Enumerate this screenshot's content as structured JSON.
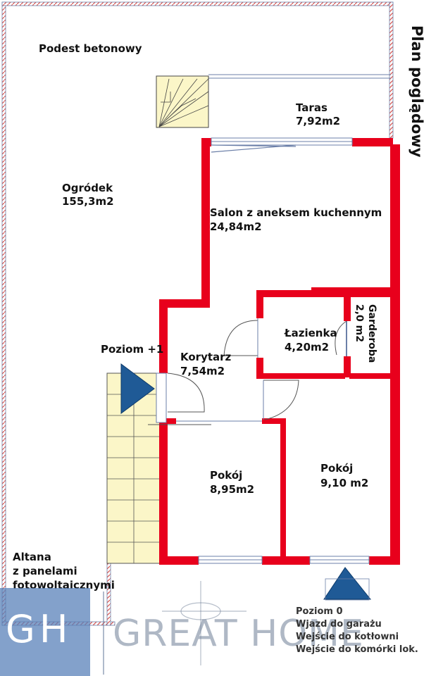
{
  "title": "Plan poglądowy",
  "rooms": {
    "podest": "Podest betonowy",
    "taras_name": "Taras",
    "taras_area": "7,92m2",
    "ogrodek_name": "Ogródek",
    "ogrodek_area": "155,3m2",
    "salon_name": "Salon z aneksem kuchennym",
    "salon_area": "24,84m2",
    "lazienka_name": "Łazienka",
    "lazienka_area": "4,20m2",
    "garderoba_name": "Garderoba",
    "garderoba_area": "2,0 m2",
    "korytarz_name": "Korytarz",
    "korytarz_area": "7,54m2",
    "pokoj1_name": "Pokój",
    "pokoj1_area": "8,95m2",
    "pokoj2_name": "Pokój",
    "pokoj2_area": "9,10 m2",
    "altana_line1": "Altana",
    "altana_line2": "z panelami",
    "altana_line3": "fotowoltaicznymi"
  },
  "level_up": "Poziom +1",
  "legend": {
    "line1": "Poziom 0",
    "line2": "Wjazd do garażu",
    "line3": "Wejście do kotłowni",
    "line4": "Wejście do komórki lok."
  },
  "watermark": {
    "monogram": "GH",
    "brand": "GREAT HOME"
  },
  "colors": {
    "wall": "#e8001c",
    "plot_border": "#d9534f",
    "stairs_fill": "#fbf6c8",
    "arrow": "#1f5a96"
  }
}
